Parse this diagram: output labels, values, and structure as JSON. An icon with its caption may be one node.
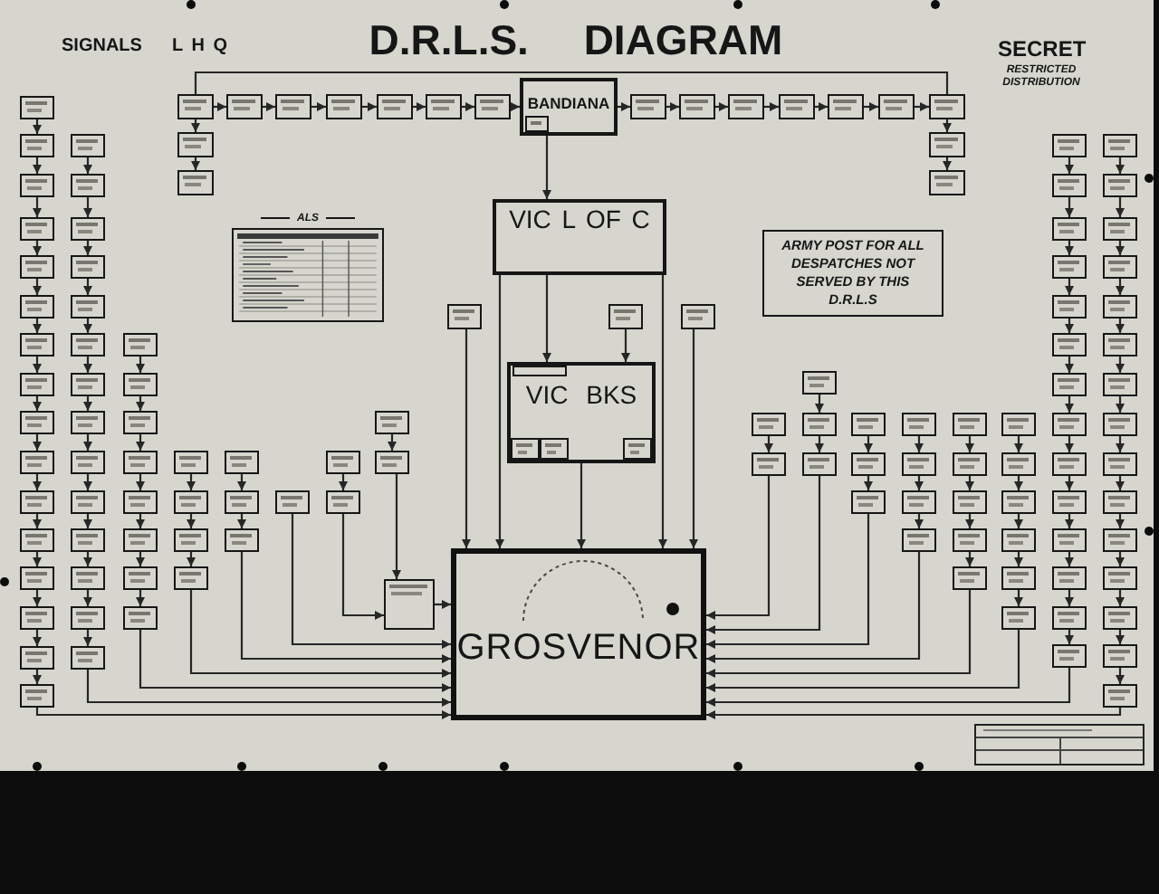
{
  "diagram": {
    "title": "D.R.L.S. DIAGRAM",
    "nodes": [
      {
        "text": [],
        "shape": "box"
      },
      {
        "text": [],
        "shape": "box"
      },
      {
        "text": [],
        "shape": "box"
      },
      {
        "text": [],
        "shape": "box"
      },
      {
        "text": [],
        "shape": "box"
      },
      {
        "text": [],
        "shape": "box"
      },
      {
        "text": [],
        "shape": "box"
      },
      {
        "text": [
          "BANDIANA"
        ]
      },
      {
        "text": [],
        "shape": "box",
        "in": 7
      },
      {
        "text": [],
        "shape": "box"
      },
      {
        "text": [],
        "shape": "box"
      },
      {
        "text": [],
        "shape": "box"
      },
      {
        "text": [],
        "shape": "box"
      },
      {
        "text": [],
        "shape": "box"
      },
      {
        "text": [],
        "shape": "box"
      },
      {
        "text": [],
        "shape": "box"
      },
      {
        "text": [],
        "shape": "box"
      },
      {
        "text": [],
        "shape": "box"
      },
      {
        "text": [],
        "shape": "box"
      },
      {
        "text": [],
        "shape": "box"
      },
      {
        "text": [],
        "shape": "box"
      },
      {
        "text": [],
        "shape": "box"
      },
      {
        "text": [],
        "shape": "box"
      },
      {
        "text": [],
        "shape": "box"
      },
      {
        "text": [],
        "shape": "box"
      },
      {
        "text": [],
        "shape": "box"
      },
      {
        "text": [],
        "shape": "box"
      },
      {
        "text": [],
        "shape": "box"
      },
      {
        "text": [],
        "shape": "box"
      },
      {
        "text": [],
        "shape": "box"
      },
      {
        "text": [],
        "shape": "box"
      },
      {
        "text": [],
        "shape": "box"
      },
      {
        "text": [],
        "shape": "box"
      },
      {
        "text": [],
        "shape": "box"
      },
      {
        "text": [],
        "shape": "box"
      },
      {
        "text": [],
        "shape": "box"
      },
      {
        "text": [],
        "shape": "box"
      },
      {
        "text": [],
        "shape": "box"
      },
      {
        "text": [],
        "shape": "box"
      },
      {
        "text": [],
        "shape": "box"
      },
      {
        "text": [],
        "shape": "box"
      },
      {
        "text": [],
        "shape": "box"
      },
      {
        "text": [],
        "shape": "box"
      },
      {
        "text": [],
        "shape": "box"
      },
      {
        "text": [],
        "shape": "box"
      },
      {
        "text": [],
        "shape": "box"
      },
      {
        "text": [],
        "shape": "box"
      },
      {
        "text": [],
        "shape": "box"
      },
      {
        "text": [],
        "shape": "box"
      },
      {
        "text": [],
        "shape": "box"
      },
      {
        "text": [],
        "shape": "box"
      },
      {
        "text": [],
        "shape": "box"
      },
      {
        "text": [],
        "shape": "box"
      },
      {
        "text": [],
        "shape": "box"
      },
      {
        "text": [],
        "shape": "box"
      },
      {
        "text": [],
        "shape": "box"
      },
      {
        "text": [],
        "shape": "box"
      },
      {
        "text": [],
        "shape": "box"
      },
      {
        "text": [],
        "shape": "box"
      },
      {
        "text": [],
        "shape": "box"
      },
      {
        "text": [],
        "shape": "box"
      },
      {
        "text": [],
        "shape": "box"
      },
      {
        "text": [],
        "shape": "box"
      },
      {
        "text": [],
        "shape": "box"
      },
      {
        "text": [],
        "shape": "box"
      },
      {
        "text": [],
        "shape": "box"
      },
      {
        "text": [],
        "shape": "box"
      },
      {
        "text": [],
        "shape": "box"
      },
      {
        "text": [],
        "shape": "box"
      },
      {
        "text": [],
        "shape": "box"
      },
      {
        "text": [
          "VIC L OF C"
        ]
      },
      {
        "text": [
          "ALS"
        ]
      },
      {
        "text": [
          "ARMY POST FOR ALL DESPATCHES NOT SERVED BY THIS D.R.L.S"
        ]
      },
      {
        "text": [],
        "shape": "box"
      },
      {
        "text": [],
        "shape": "box"
      },
      {
        "text": [],
        "shape": "box"
      },
      {
        "text": [
          "VIC BKS"
        ]
      },
      {
        "text": [],
        "shape": "box",
        "in": 76
      },
      {
        "text": [],
        "shape": "box",
        "in": 76
      },
      {
        "text": [],
        "shape": "box",
        "in": 76
      },
      {
        "text": [],
        "shape": "box",
        "in": 76
      },
      {
        "text": [],
        "shape": "box"
      },
      {
        "text": [
          "GROSVENOR"
        ]
      },
      {
        "text": [],
        "shape": "box"
      },
      {
        "text": [],
        "shape": "box"
      },
      {
        "text": [],
        "shape": "box"
      },
      {
        "text": [],
        "shape": "box"
      },
      {
        "text": [],
        "shape": "box"
      },
      {
        "text": [],
        "shape": "box"
      },
      {
        "text": [],
        "shape": "box"
      },
      {
        "text": [],
        "shape": "box"
      },
      {
        "text": [],
        "shape": "box"
      },
      {
        "text": [],
        "shape": "box"
      },
      {
        "text": [],
        "shape": "box"
      },
      {
        "text": [],
        "shape": "box"
      },
      {
        "text": [],
        "shape": "box"
      },
      {
        "text": [],
        "shape": "box"
      },
      {
        "text": [],
        "shape": "box"
      },
      {
        "text": [],
        "shape": "box"
      },
      {
        "text": [],
        "shape": "box"
      },
      {
        "text": [],
        "shape": "box"
      },
      {
        "text": [],
        "shape": "box"
      },
      {
        "text": [],
        "shape": "box"
      },
      {
        "text": [],
        "shape": "box"
      },
      {
        "text": [],
        "shape": "box"
      },
      {
        "text": [],
        "shape": "box"
      },
      {
        "text": [],
        "shape": "box"
      },
      {
        "text": [],
        "shape": "box"
      },
      {
        "text": [],
        "shape": "box"
      },
      {
        "text": [],
        "shape": "box"
      },
      {
        "text": [],
        "shape": "box"
      },
      {
        "text": [],
        "shape": "box"
      },
      {
        "text": [],
        "shape": "box"
      },
      {
        "text": [],
        "shape": "box"
      },
      {
        "text": [],
        "shape": "box"
      },
      {
        "text": [],
        "shape": "box"
      },
      {
        "text": [],
        "shape": "box"
      },
      {
        "text": [],
        "shape": "box"
      },
      {
        "text": [],
        "shape": "box"
      },
      {
        "text": [],
        "shape": "box"
      },
      {
        "text": [],
        "shape": "box"
      },
      {
        "text": [],
        "shape": "box"
      },
      {
        "text": [],
        "shape": "box"
      },
      {
        "text": [],
        "shape": "box"
      },
      {
        "text": [],
        "shape": "box"
      },
      {
        "text": [],
        "shape": "box"
      },
      {
        "text": [],
        "shape": "box"
      },
      {
        "text": [],
        "shape": "box"
      },
      {
        "text": [],
        "shape": "box"
      },
      {
        "text": [],
        "shape": "box"
      },
      {
        "text": [],
        "shape": "box"
      },
      {
        "text": [],
        "shape": "box"
      },
      {
        "text": [],
        "shape": "box"
      },
      {
        "text": [],
        "shape": "box"
      },
      {
        "text": [],
        "shape": "box"
      }
    ],
    "edges": [
      {
        "from": 0,
        "to": 15,
        "arrow": "none"
      },
      {
        "from": 0,
        "to": 1,
        "arrow": "to"
      },
      {
        "from": 1,
        "to": 2,
        "arrow": "to"
      },
      {
        "from": 2,
        "to": 3,
        "arrow": "to"
      },
      {
        "from": 3,
        "to": 4,
        "arrow": "to"
      },
      {
        "from": 4,
        "to": 5,
        "arrow": "to"
      },
      {
        "from": 5,
        "to": 6,
        "arrow": "to"
      },
      {
        "from": 6,
        "to": 7,
        "arrow": "to"
      },
      {
        "from": 7,
        "to": 9,
        "arrow": "to"
      },
      {
        "from": 9,
        "to": 10,
        "arrow": "to"
      },
      {
        "from": 10,
        "to": 11,
        "arrow": "to"
      },
      {
        "from": 11,
        "to": 12,
        "arrow": "to"
      },
      {
        "from": 12,
        "to": 13,
        "arrow": "to"
      },
      {
        "from": 13,
        "to": 14,
        "arrow": "to"
      },
      {
        "from": 14,
        "to": 15,
        "arrow": "to"
      },
      {
        "from": 0,
        "to": 16,
        "arrow": "to"
      },
      {
        "from": 16,
        "to": 17,
        "arrow": "to"
      },
      {
        "from": 15,
        "to": 18,
        "arrow": "to"
      },
      {
        "from": 18,
        "to": 19,
        "arrow": "to"
      },
      {
        "from": 7,
        "to": 70,
        "arrow": "to"
      },
      {
        "from": 70,
        "to": 76,
        "arrow": "to"
      },
      {
        "from": 70,
        "to": 82,
        "arrow": "to"
      },
      {
        "from": 70,
        "to": 82,
        "arrow": "to"
      },
      {
        "from": 76,
        "to": 82,
        "arrow": "to"
      },
      {
        "from": 73,
        "to": 82,
        "arrow": "to"
      },
      {
        "from": 74,
        "to": 76,
        "arrow": "to"
      },
      {
        "from": 75,
        "to": 82,
        "arrow": "to"
      },
      {
        "from": 81,
        "to": 82,
        "arrow": "to"
      },
      {
        "from": 20,
        "to": 21,
        "arrow": "to"
      },
      {
        "from": 21,
        "to": 22,
        "arrow": "to"
      },
      {
        "from": 22,
        "to": 23,
        "arrow": "to"
      },
      {
        "from": 23,
        "to": 24,
        "arrow": "to"
      },
      {
        "from": 24,
        "to": 25,
        "arrow": "to"
      },
      {
        "from": 25,
        "to": 26,
        "arrow": "to"
      },
      {
        "from": 26,
        "to": 27,
        "arrow": "to"
      },
      {
        "from": 27,
        "to": 28,
        "arrow": "to"
      },
      {
        "from": 28,
        "to": 29,
        "arrow": "to"
      },
      {
        "from": 29,
        "to": 30,
        "arrow": "to"
      },
      {
        "from": 30,
        "to": 31,
        "arrow": "to"
      },
      {
        "from": 31,
        "to": 32,
        "arrow": "to"
      },
      {
        "from": 32,
        "to": 33,
        "arrow": "to"
      },
      {
        "from": 33,
        "to": 34,
        "arrow": "to"
      },
      {
        "from": 34,
        "to": 35,
        "arrow": "to"
      },
      {
        "from": 35,
        "to": 82,
        "arrow": "to"
      },
      {
        "from": 36,
        "to": 37,
        "arrow": "to"
      },
      {
        "from": 37,
        "to": 38,
        "arrow": "to"
      },
      {
        "from": 38,
        "to": 39,
        "arrow": "to"
      },
      {
        "from": 39,
        "to": 40,
        "arrow": "to"
      },
      {
        "from": 40,
        "to": 41,
        "arrow": "to"
      },
      {
        "from": 41,
        "to": 42,
        "arrow": "to"
      },
      {
        "from": 42,
        "to": 43,
        "arrow": "to"
      },
      {
        "from": 43,
        "to": 44,
        "arrow": "to"
      },
      {
        "from": 44,
        "to": 45,
        "arrow": "to"
      },
      {
        "from": 45,
        "to": 46,
        "arrow": "to"
      },
      {
        "from": 46,
        "to": 47,
        "arrow": "to"
      },
      {
        "from": 47,
        "to": 48,
        "arrow": "to"
      },
      {
        "from": 48,
        "to": 49,
        "arrow": "to"
      },
      {
        "from": 49,
        "to": 82,
        "arrow": "to"
      },
      {
        "from": 50,
        "to": 51,
        "arrow": "to"
      },
      {
        "from": 51,
        "to": 52,
        "arrow": "to"
      },
      {
        "from": 52,
        "to": 53,
        "arrow": "to"
      },
      {
        "from": 53,
        "to": 54,
        "arrow": "to"
      },
      {
        "from": 54,
        "to": 55,
        "arrow": "to"
      },
      {
        "from": 55,
        "to": 56,
        "arrow": "to"
      },
      {
        "from": 56,
        "to": 57,
        "arrow": "to"
      },
      {
        "from": 57,
        "to": 82,
        "arrow": "to"
      },
      {
        "from": 58,
        "to": 59,
        "arrow": "to"
      },
      {
        "from": 59,
        "to": 60,
        "arrow": "to"
      },
      {
        "from": 60,
        "to": 61,
        "arrow": "to"
      },
      {
        "from": 61,
        "to": 82,
        "arrow": "to"
      },
      {
        "from": 62,
        "to": 63,
        "arrow": "to"
      },
      {
        "from": 63,
        "to": 64,
        "arrow": "to"
      },
      {
        "from": 64,
        "to": 82,
        "arrow": "to"
      },
      {
        "from": 65,
        "to": 82,
        "arrow": "to"
      },
      {
        "from": 66,
        "to": 67,
        "arrow": "to"
      },
      {
        "from": 67,
        "to": 81,
        "arrow": "to"
      },
      {
        "from": 68,
        "to": 69,
        "arrow": "to"
      },
      {
        "from": 69,
        "to": 81,
        "arrow": "to"
      },
      {
        "from": 83,
        "to": 84,
        "arrow": "to"
      },
      {
        "from": 84,
        "to": 82,
        "arrow": "to"
      },
      {
        "from": 85,
        "to": 86,
        "arrow": "to"
      },
      {
        "from": 86,
        "to": 87,
        "arrow": "to"
      },
      {
        "from": 87,
        "to": 82,
        "arrow": "to"
      },
      {
        "from": 88,
        "to": 89,
        "arrow": "to"
      },
      {
        "from": 89,
        "to": 90,
        "arrow": "to"
      },
      {
        "from": 90,
        "to": 82,
        "arrow": "to"
      },
      {
        "from": 91,
        "to": 92,
        "arrow": "to"
      },
      {
        "from": 92,
        "to": 93,
        "arrow": "to"
      },
      {
        "from": 93,
        "to": 94,
        "arrow": "to"
      },
      {
        "from": 94,
        "to": 82,
        "arrow": "to"
      },
      {
        "from": 95,
        "to": 96,
        "arrow": "to"
      },
      {
        "from": 96,
        "to": 97,
        "arrow": "to"
      },
      {
        "from": 97,
        "to": 98,
        "arrow": "to"
      },
      {
        "from": 98,
        "to": 99,
        "arrow": "to"
      },
      {
        "from": 99,
        "to": 82,
        "arrow": "to"
      },
      {
        "from": 100,
        "to": 101,
        "arrow": "to"
      },
      {
        "from": 101,
        "to": 102,
        "arrow": "to"
      },
      {
        "from": 102,
        "to": 103,
        "arrow": "to"
      },
      {
        "from": 103,
        "to": 104,
        "arrow": "to"
      },
      {
        "from": 104,
        "to": 105,
        "arrow": "to"
      },
      {
        "from": 105,
        "to": 82,
        "arrow": "to"
      },
      {
        "from": 106,
        "to": 107,
        "arrow": "to"
      },
      {
        "from": 107,
        "to": 108,
        "arrow": "to"
      },
      {
        "from": 108,
        "to": 109,
        "arrow": "to"
      },
      {
        "from": 109,
        "to": 110,
        "arrow": "to"
      },
      {
        "from": 110,
        "to": 111,
        "arrow": "to"
      },
      {
        "from": 111,
        "to": 112,
        "arrow": "to"
      },
      {
        "from": 112,
        "to": 113,
        "arrow": "to"
      },
      {
        "from": 113,
        "to": 114,
        "arrow": "to"
      },
      {
        "from": 114,
        "to": 115,
        "arrow": "to"
      },
      {
        "from": 115,
        "to": 116,
        "arrow": "to"
      },
      {
        "from": 116,
        "to": 117,
        "arrow": "to"
      },
      {
        "from": 117,
        "to": 118,
        "arrow": "to"
      },
      {
        "from": 118,
        "to": 119,
        "arrow": "to"
      },
      {
        "from": 119,
        "to": 82,
        "arrow": "to"
      },
      {
        "from": 120,
        "to": 121,
        "arrow": "to"
      },
      {
        "from": 121,
        "to": 122,
        "arrow": "to"
      },
      {
        "from": 122,
        "to": 123,
        "arrow": "to"
      },
      {
        "from": 123,
        "to": 124,
        "arrow": "to"
      },
      {
        "from": 124,
        "to": 125,
        "arrow": "to"
      },
      {
        "from": 125,
        "to": 126,
        "arrow": "to"
      },
      {
        "from": 126,
        "to": 127,
        "arrow": "to"
      },
      {
        "from": 127,
        "to": 128,
        "arrow": "to"
      },
      {
        "from": 128,
        "to": 129,
        "arrow": "to"
      },
      {
        "from": 129,
        "to": 130,
        "arrow": "to"
      },
      {
        "from": 130,
        "to": 131,
        "arrow": "to"
      },
      {
        "from": 131,
        "to": 132,
        "arrow": "to"
      },
      {
        "from": 132,
        "to": 133,
        "arrow": "to"
      },
      {
        "from": 133,
        "to": 134,
        "arrow": "to"
      },
      {
        "from": 134,
        "to": 82,
        "arrow": "to"
      }
    ],
    "labels": [
      "SIGNALS",
      "L H Q",
      "SECRET",
      "RESTRICTED DISTRIBUTION"
    ]
  }
}
